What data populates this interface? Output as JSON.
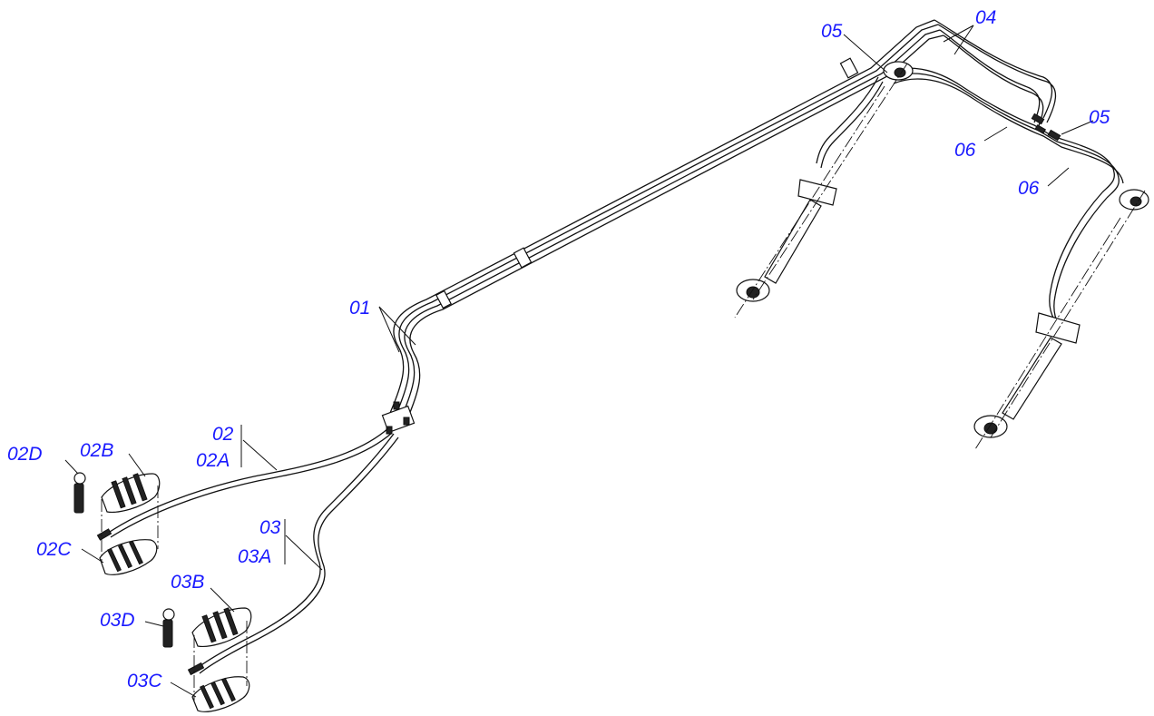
{
  "callouts": {
    "p01": "01",
    "p02": "02",
    "p02A": "02A",
    "p02B": "02B",
    "p02C": "02C",
    "p02D": "02D",
    "p03": "03",
    "p03A": "03A",
    "p03B": "03B",
    "p03C": "03C",
    "p03D": "03D",
    "p04": "04",
    "p05a": "05",
    "p05b": "05",
    "p06a": "06",
    "p06b": "06"
  },
  "colors": {
    "callout_text": "#1a1aff",
    "line_art": "#111111"
  }
}
